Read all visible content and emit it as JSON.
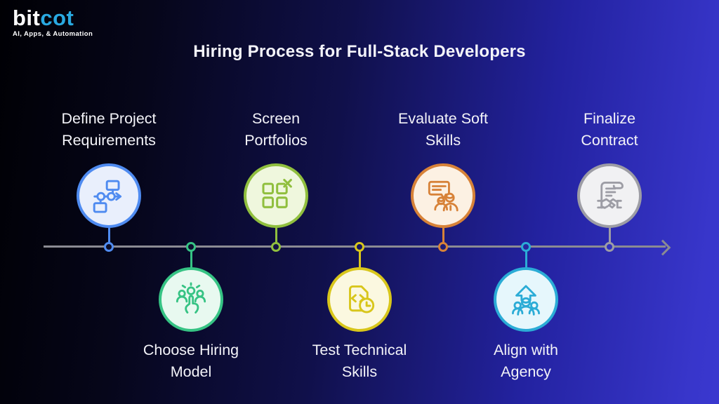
{
  "logo": {
    "text_white": "bit",
    "text_blue": "cot",
    "tagline": "AI, Apps, & Automation",
    "blue": "#29a9e1"
  },
  "title": "Hiring Process for Full-Stack Developers",
  "timeline": {
    "line_color": "#8b8b93",
    "direction": "left-to-right-arrow"
  },
  "steps": [
    {
      "id": "define-project-requirements",
      "line1": "Define Project",
      "line2": "Requirements",
      "position": "top",
      "icon": "flowchart-icon",
      "accent": "#4f8bf0",
      "fill": "#e9effc",
      "node_bg": "#0c0c26"
    },
    {
      "id": "choose-hiring-model",
      "line1": "Choose Hiring",
      "line2": "Model",
      "position": "bottom",
      "icon": "team-select-icon",
      "accent": "#36c384",
      "fill": "#e8f9f0",
      "node_bg": "#0e0e2f"
    },
    {
      "id": "screen-portfolios",
      "line1": "Screen",
      "line2": "Portfolios",
      "position": "top",
      "icon": "portfolio-grid-icon",
      "accent": "#90bf3e",
      "fill": "#eff7dd",
      "node_bg": "#121244"
    },
    {
      "id": "test-technical-skills",
      "line1": "Test Technical",
      "line2": "Skills",
      "position": "bottom",
      "icon": "code-clock-icon",
      "accent": "#d8c61b",
      "fill": "#fbf8e0",
      "node_bg": "#171760"
    },
    {
      "id": "evaluate-soft-skills",
      "line1": "Evaluate Soft",
      "line2": "Skills",
      "position": "top",
      "icon": "chat-people-icon",
      "accent": "#d78238",
      "fill": "#fcf1e3",
      "node_bg": "#1e1e78"
    },
    {
      "id": "align-with-agency",
      "line1": "Align with",
      "line2": "Agency",
      "position": "bottom",
      "icon": "team-up-arrow-icon",
      "accent": "#2bacd6",
      "fill": "#e6f7fc",
      "node_bg": "#27279e"
    },
    {
      "id": "finalize-contract",
      "line1": "Finalize",
      "line2": "Contract",
      "position": "top",
      "icon": "contract-handshake-icon",
      "accent": "#9d9da5",
      "fill": "#f1f1f3",
      "node_bg": "#3131bd"
    }
  ]
}
